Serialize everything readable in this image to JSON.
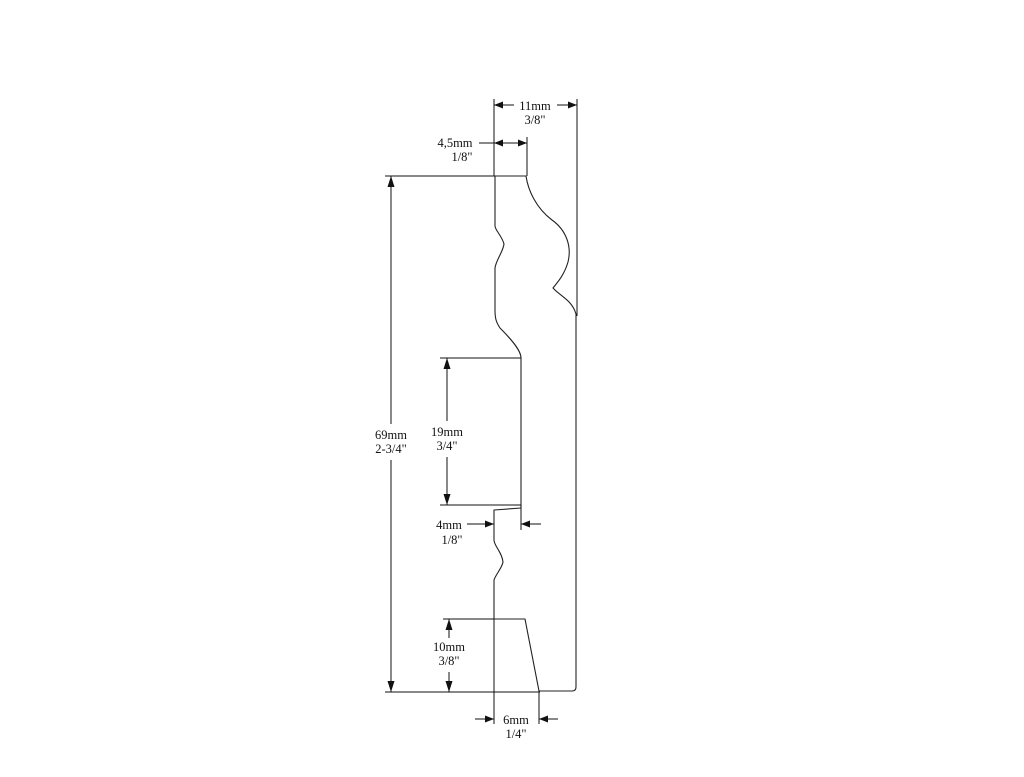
{
  "drawing": {
    "subject": "baseboard moulding profile",
    "colors": {
      "line": "#222222",
      "background": "#ffffff"
    }
  },
  "dimensions": {
    "top_width": {
      "metric": "11mm",
      "imperial": "3/8\""
    },
    "top_step": {
      "metric": "4,5mm",
      "imperial": "1/8\""
    },
    "total_height": {
      "metric": "69mm",
      "imperial": "2-3/4\""
    },
    "recess_height": {
      "metric": "19mm",
      "imperial": "3/4\""
    },
    "recess_depth": {
      "metric": "4mm",
      "imperial": "1/8\""
    },
    "bottom_height": {
      "metric": "10mm",
      "imperial": "3/8\""
    },
    "bottom_width": {
      "metric": "6mm",
      "imperial": "1/4\""
    }
  }
}
